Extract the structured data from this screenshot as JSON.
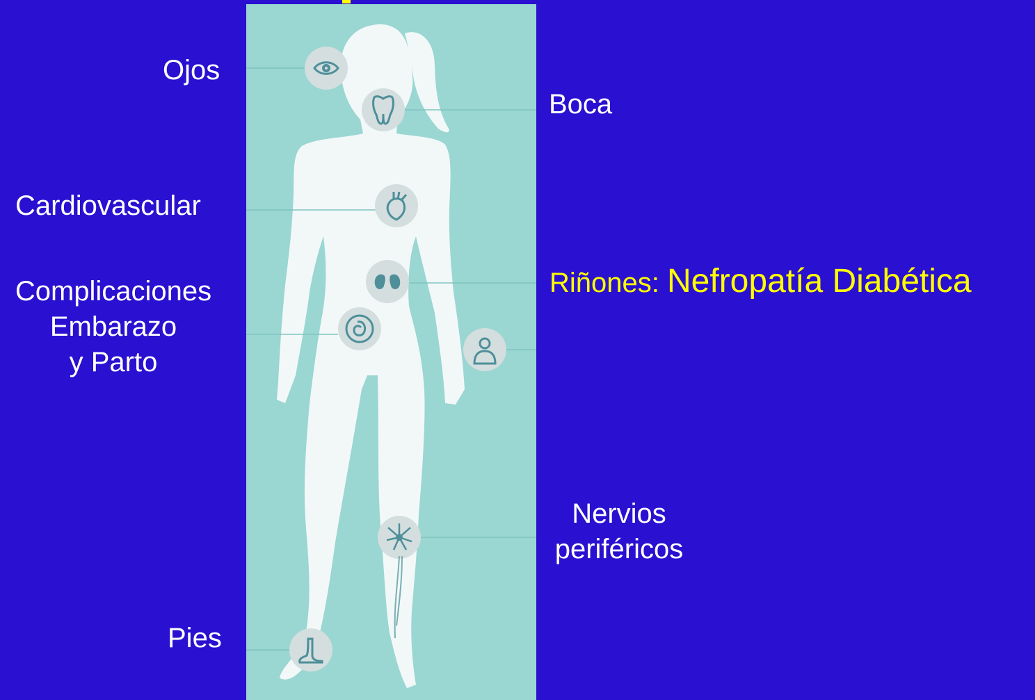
{
  "colors": {
    "background": "#2a10d0",
    "panel": "#9ad6d2",
    "silhouette": "#f2f8f8",
    "icon_circle": "#d4dede",
    "icon_stroke": "#4e8f9a",
    "label": "#ffffff",
    "highlight": "#ffff00"
  },
  "labels": {
    "ojos": "Ojos",
    "boca": "Boca",
    "cardiovascular": "Cardiovascular",
    "embarazo": [
      "Complicaciones",
      "Embarazo",
      "y Parto"
    ],
    "rinones_prefix": "Riñones:",
    "rinones_main": "Nefropatía Diabética",
    "nervios": [
      "Nervios",
      "periféricos"
    ],
    "pies": "Pies"
  },
  "icons": [
    "eye-icon",
    "tooth-icon",
    "heart-icon",
    "kidneys-icon",
    "fetus-icon",
    "doctor-icon",
    "neuron-icon",
    "foot-icon"
  ]
}
